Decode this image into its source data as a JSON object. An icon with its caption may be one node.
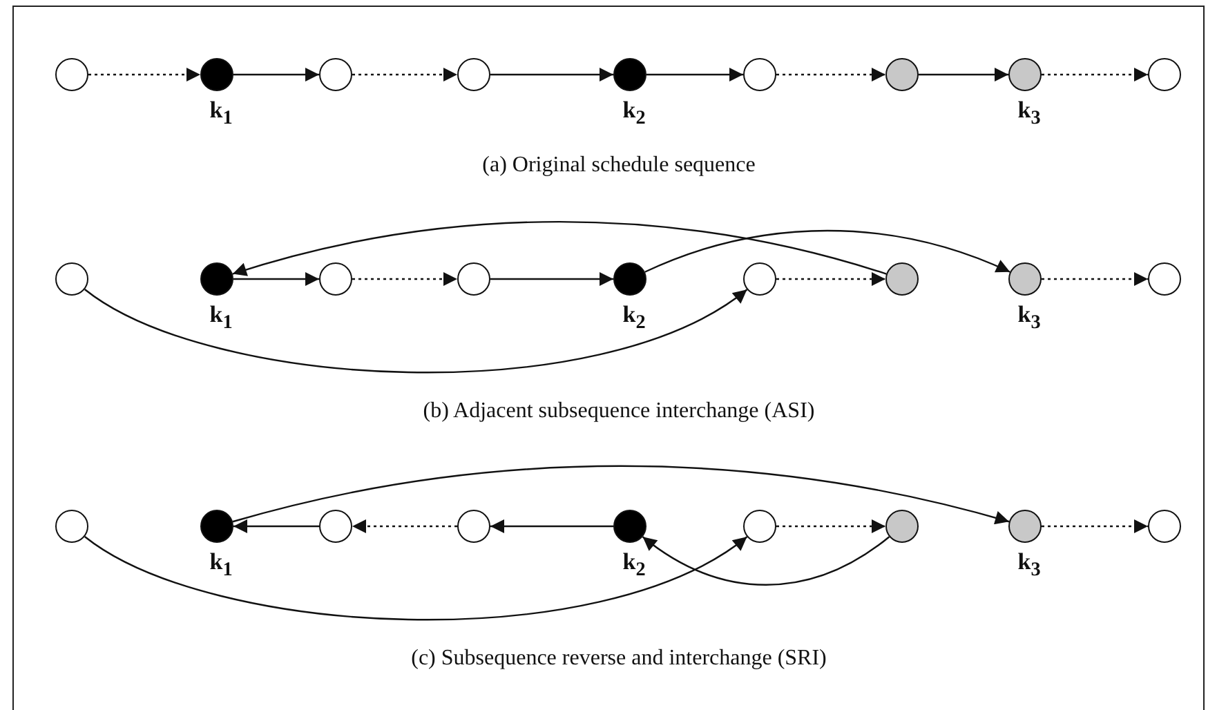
{
  "diagram": {
    "nodes": [
      {
        "text": [],
        "shape": "circle"
      },
      {
        "text": [],
        "shape": "circle",
        "beside": [
          "k$_{1}$"
        ]
      },
      {
        "text": [],
        "shape": "circle"
      },
      {
        "text": [],
        "shape": "circle"
      },
      {
        "text": [],
        "shape": "circle",
        "beside": [
          "k$_{2}$"
        ]
      },
      {
        "text": [],
        "shape": "circle"
      },
      {
        "text": [],
        "shape": "circle"
      },
      {
        "text": [],
        "shape": "circle",
        "beside": [
          "k$_{3}$"
        ]
      },
      {
        "text": [],
        "shape": "circle"
      },
      {
        "text": [],
        "shape": "circle"
      },
      {
        "text": [],
        "shape": "circle",
        "beside": [
          "k$_{1}$"
        ]
      },
      {
        "text": [],
        "shape": "circle"
      },
      {
        "text": [],
        "shape": "circle"
      },
      {
        "text": [],
        "shape": "circle",
        "beside": [
          "k$_{2}$"
        ]
      },
      {
        "text": [],
        "shape": "circle"
      },
      {
        "text": [],
        "shape": "circle"
      },
      {
        "text": [],
        "shape": "circle",
        "beside": [
          "k$_{3}$"
        ]
      },
      {
        "text": [],
        "shape": "circle"
      },
      {
        "text": [],
        "shape": "circle"
      },
      {
        "text": [],
        "shape": "circle",
        "beside": [
          "k$_{1}$"
        ]
      },
      {
        "text": [],
        "shape": "circle"
      },
      {
        "text": [],
        "shape": "circle"
      },
      {
        "text": [],
        "shape": "circle",
        "beside": [
          "k$_{2}$"
        ]
      },
      {
        "text": [],
        "shape": "circle"
      },
      {
        "text": [],
        "shape": "circle"
      },
      {
        "text": [],
        "shape": "circle",
        "beside": [
          "k$_{3}$"
        ]
      },
      {
        "text": [],
        "shape": "circle"
      }
    ],
    "edges": [
      {
        "from": 0,
        "to": 1,
        "arrow": "to",
        "style": "dashed"
      },
      {
        "from": 1,
        "to": 2,
        "arrow": "to"
      },
      {
        "from": 2,
        "to": 3,
        "arrow": "to",
        "style": "dashed"
      },
      {
        "from": 3,
        "to": 4,
        "arrow": "to"
      },
      {
        "from": 4,
        "to": 5,
        "arrow": "to"
      },
      {
        "from": 5,
        "to": 6,
        "arrow": "to",
        "style": "dashed"
      },
      {
        "from": 6,
        "to": 7,
        "arrow": "to"
      },
      {
        "from": 7,
        "to": 8,
        "arrow": "to",
        "style": "dashed"
      },
      {
        "from": 9,
        "to": 14,
        "arrow": "to"
      },
      {
        "from": 10,
        "to": 11,
        "arrow": "to"
      },
      {
        "from": 11,
        "to": 12,
        "arrow": "to",
        "style": "dashed"
      },
      {
        "from": 12,
        "to": 13,
        "arrow": "to"
      },
      {
        "from": 13,
        "to": 16,
        "arrow": "to"
      },
      {
        "from": 14,
        "to": 15,
        "arrow": "to",
        "style": "dashed"
      },
      {
        "from": 15,
        "to": 10,
        "arrow": "to"
      },
      {
        "from": 16,
        "to": 17,
        "arrow": "to",
        "style": "dashed"
      },
      {
        "from": 18,
        "to": 23,
        "arrow": "to"
      },
      {
        "from": 20,
        "to": 19,
        "arrow": "to"
      },
      {
        "from": 21,
        "to": 20,
        "arrow": "to",
        "style": "dashed"
      },
      {
        "from": 22,
        "to": 21,
        "arrow": "to"
      },
      {
        "from": 19,
        "to": 25,
        "arrow": "to"
      },
      {
        "from": 23,
        "to": 24,
        "arrow": "to",
        "style": "dashed"
      },
      {
        "from": 24,
        "to": 22,
        "arrow": "to"
      },
      {
        "from": 25,
        "to": 26,
        "arrow": "to",
        "style": "dashed"
      }
    ],
    "labels": [
      "(a)  Original schedule sequence",
      "(b)  Adjacent subsequence interchange (ASI)",
      "(c)  Subsequence reverse and interchange (SRI)"
    ]
  }
}
